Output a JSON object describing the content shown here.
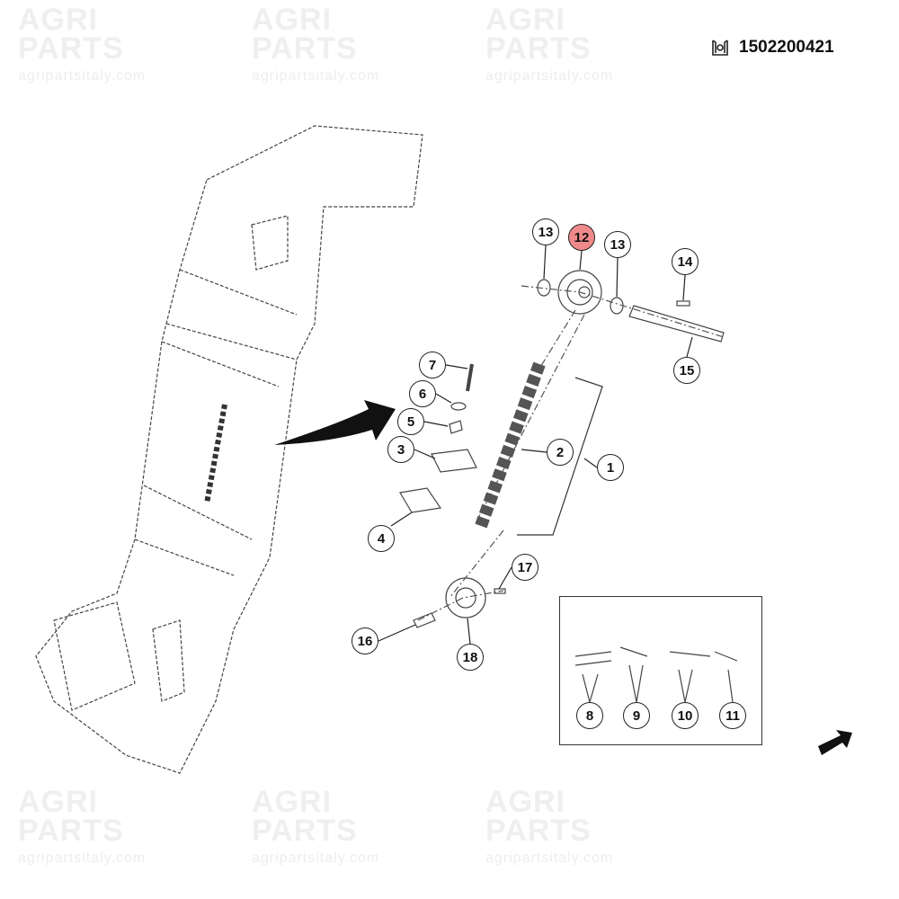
{
  "header": {
    "part_number": "1502200421",
    "icon": "catalog-book-gear-icon"
  },
  "watermark": {
    "brand_line1": "AGRI",
    "brand_line2": "PARTS",
    "url": "agripartsitaly.com"
  },
  "callouts": [
    {
      "label": "1"
    },
    {
      "label": "2"
    },
    {
      "label": "3"
    },
    {
      "label": "4"
    },
    {
      "label": "5"
    },
    {
      "label": "6"
    },
    {
      "label": "7"
    },
    {
      "label": "8"
    },
    {
      "label": "9"
    },
    {
      "label": "10"
    },
    {
      "label": "11"
    },
    {
      "label": "12",
      "highlighted": true
    },
    {
      "label": "13"
    },
    {
      "label": "13"
    },
    {
      "label": "14"
    },
    {
      "label": "15"
    },
    {
      "label": "16"
    },
    {
      "label": "17"
    },
    {
      "label": "18"
    }
  ],
  "colors": {
    "highlight": "#f08a8a",
    "line": "#333333"
  }
}
